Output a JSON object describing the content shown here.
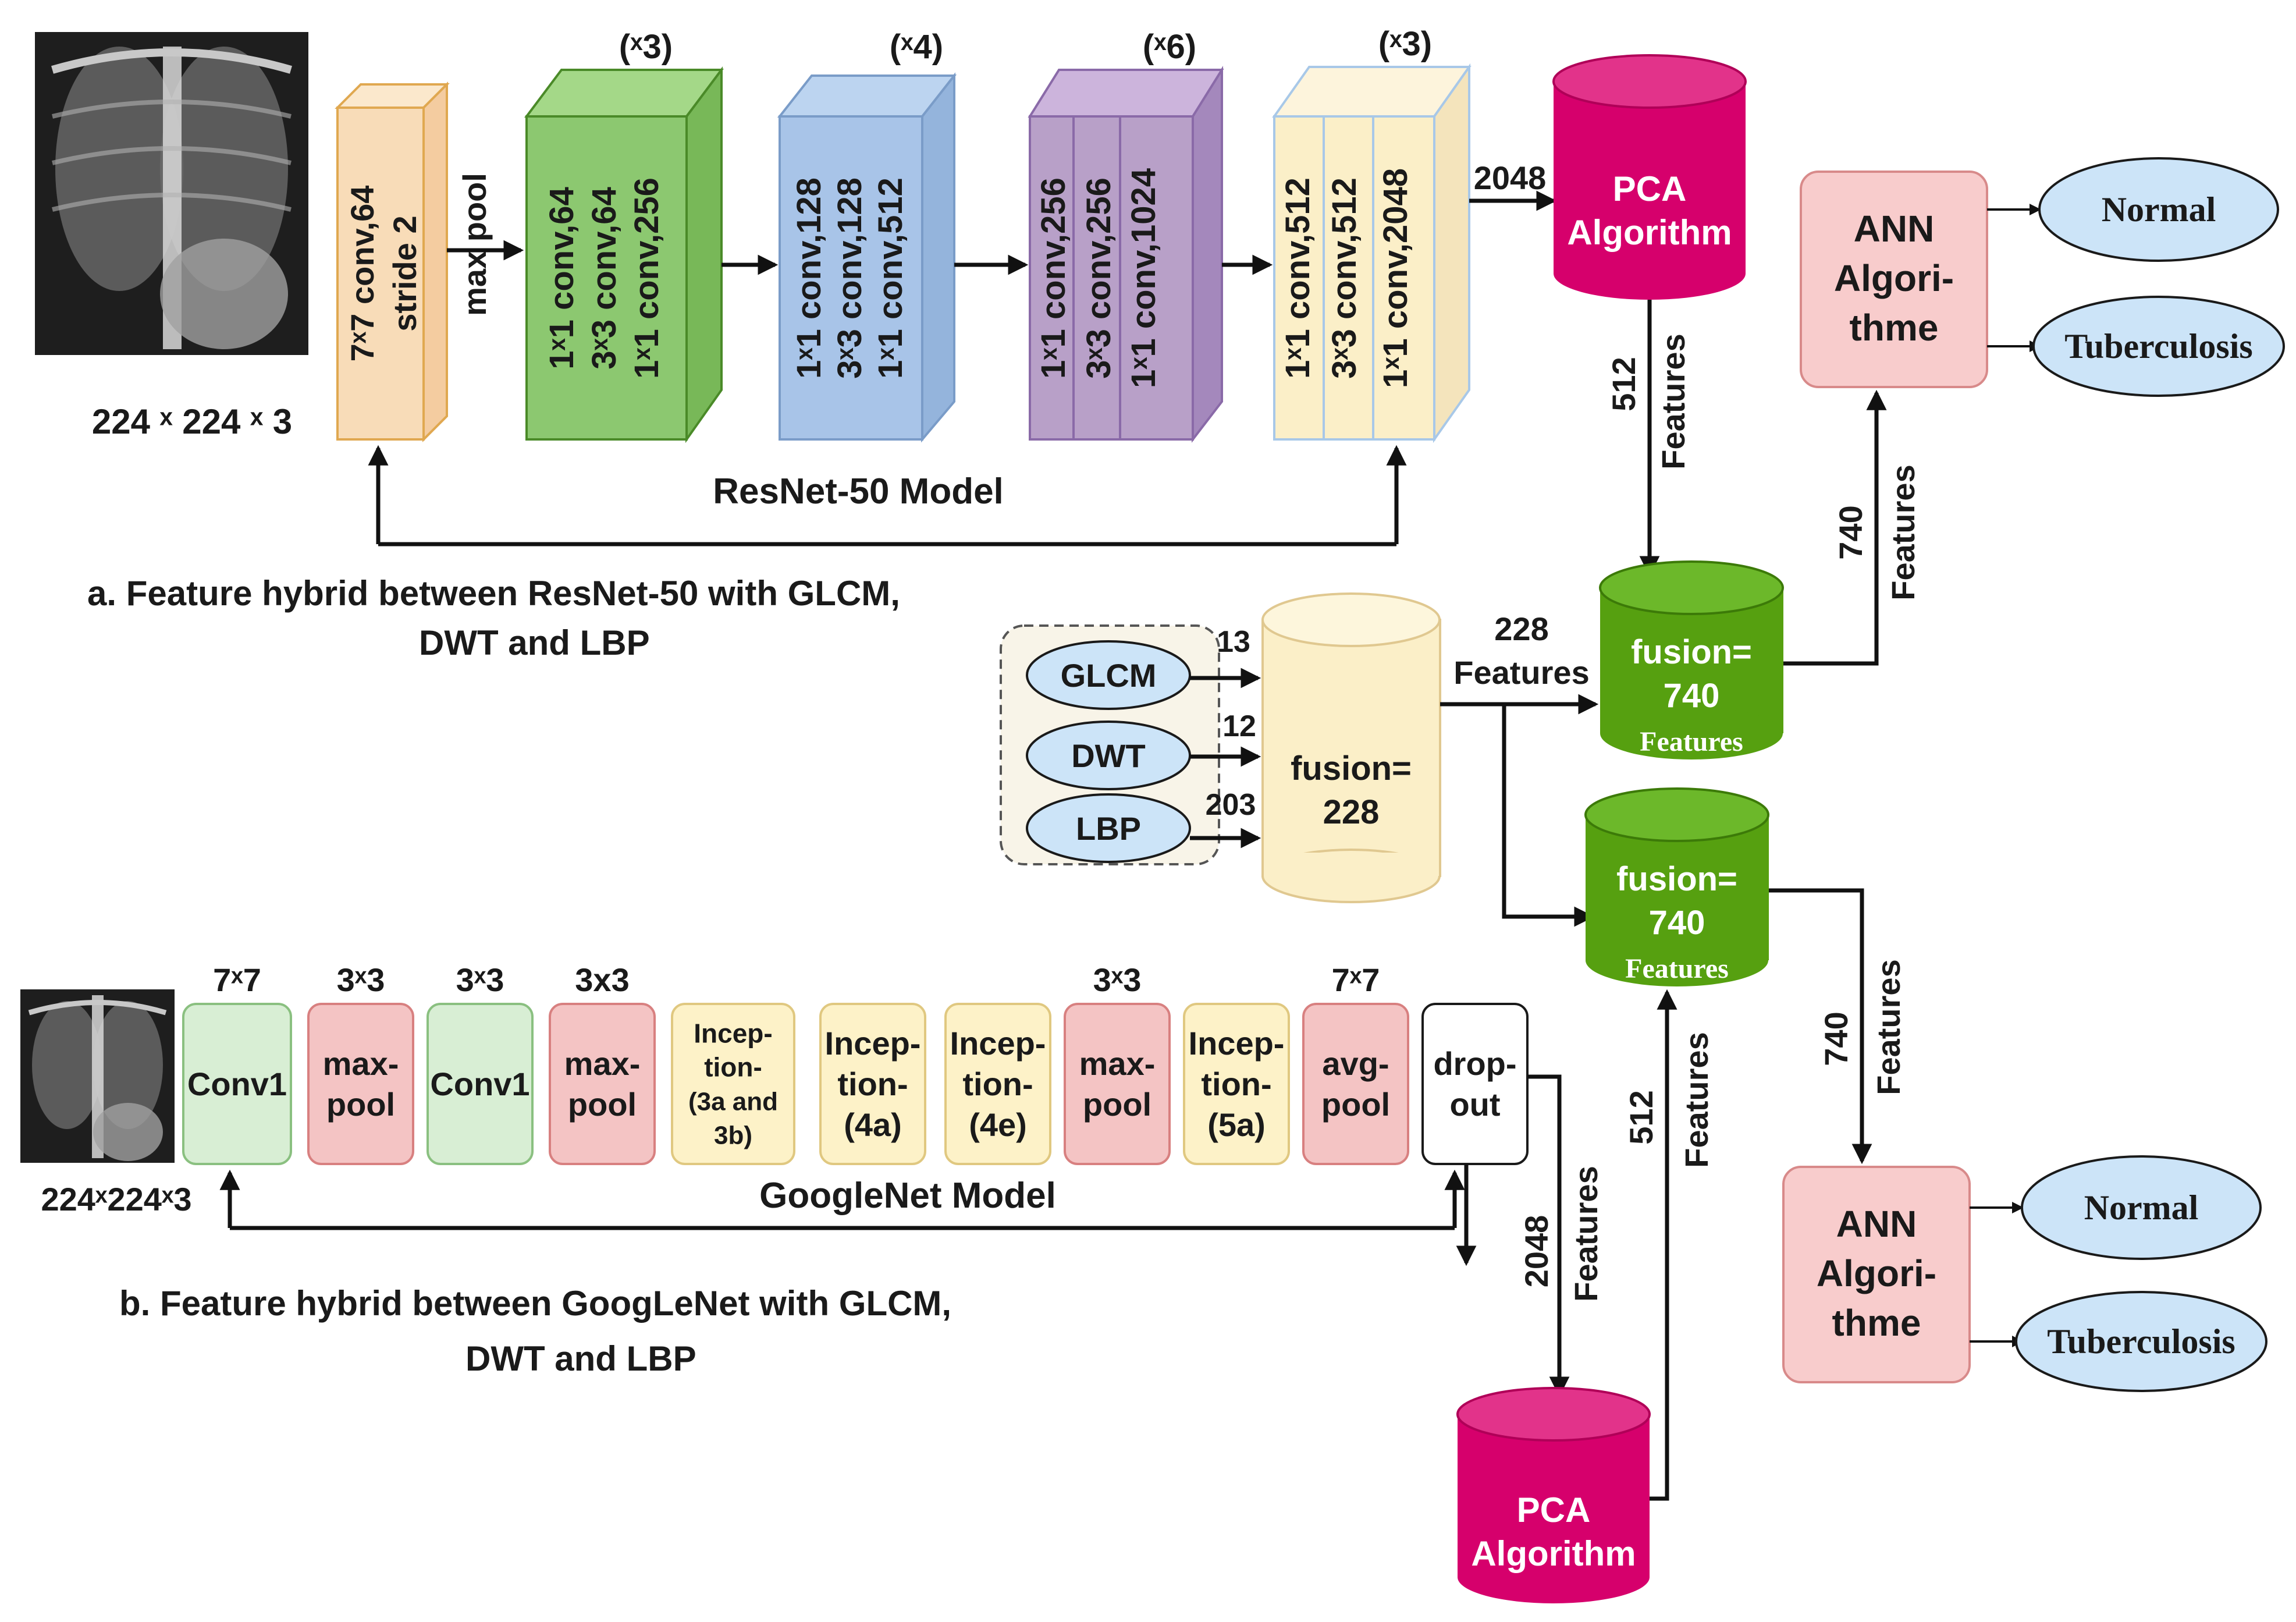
{
  "colors": {
    "orange": "#f8dcb8",
    "green": "#8cc870",
    "blue": "#a8c4e8",
    "purple": "#b8a0c8",
    "cream": "#fbefc8",
    "pca": "#d6006c",
    "fusion_green": "#56a010",
    "ann": "#f8cccc",
    "ellipse": "#cce4f8",
    "soft_green": "#d8eed4",
    "soft_red": "#f4c4c4",
    "soft_yellow": "#fdf2c8"
  },
  "resnet": {
    "input_size": "224 ˣ 224 ˣ 3",
    "block0": [
      "7ˣ7 conv,64",
      "stride 2"
    ],
    "maxpool": "max pool",
    "block1": {
      "repeat": "(ˣ3)",
      "lines": [
        "1ˣ1 conv,64",
        "3ˣ3 conv,64",
        "1ˣ1 conv,256"
      ]
    },
    "block2": {
      "repeat": "(ˣ4)",
      "lines": [
        "1ˣ1 conv,128",
        "3ˣ3 conv,128",
        "1ˣ1 conv,512"
      ]
    },
    "block3": {
      "repeat": "(ˣ6)",
      "lines": [
        "1ˣ1 conv,256",
        "3ˣ3 conv,256",
        "1ˣ1 conv,1024"
      ]
    },
    "block4": {
      "repeat": "(ˣ3)",
      "lines": [
        "1ˣ1 conv,512",
        "3ˣ3 conv,512",
        "1ˣ1 conv,2048"
      ]
    },
    "output_count": "2048",
    "model_label": "ResNet-50 Model",
    "caption_line1": "a. Feature hybrid between ResNet-50 with GLCM,",
    "caption_line2": "DWT and LBP"
  },
  "pca_top": {
    "line1": "PCA",
    "line2": "Algorithm"
  },
  "pca_top_out": {
    "count": "512",
    "label": "Features"
  },
  "ann_top": {
    "line1": "ANN",
    "line2": "Algori-",
    "line3": "thme",
    "out1": "Normal",
    "out2": "Tuberculosis"
  },
  "fusion_top": {
    "line1": "fusion=",
    "line2": "740",
    "line3": "Features"
  },
  "fusion_top_out": {
    "count": "740",
    "label": "Features"
  },
  "handcrafted": {
    "glcm": "GLCM",
    "glcm_count": "13",
    "dwt": "DWT",
    "dwt_count": "12",
    "lbp": "LBP",
    "lbp_count": "203",
    "fusion_line1": "fusion=",
    "fusion_line2": "228",
    "out_count": "228",
    "out_label": "Features"
  },
  "fusion_bottom": {
    "line1": "fusion=",
    "line2": "740",
    "line3": "Features"
  },
  "fusion_bottom_out": {
    "count": "740",
    "label": "Features"
  },
  "ann_bottom": {
    "line1": "ANN",
    "line2": "Algori-",
    "line3": "thme",
    "out1": "Normal",
    "out2": "Tuberculosis"
  },
  "googlenet": {
    "input_size": "224ˣ224ˣ3",
    "model_label": "GoogleNet Model",
    "caption_line1": "b. Feature hybrid between GoogLeNet with GLCM,",
    "caption_line2": "DWT and LBP",
    "output_count": "2048",
    "output_label": "Features",
    "blocks": [
      {
        "top": "7ˣ7",
        "lines": [
          "Conv1"
        ]
      },
      {
        "top": "3ˣ3",
        "lines": [
          "max-",
          "pool"
        ]
      },
      {
        "top": "3ˣ3",
        "lines": [
          "Conv1"
        ]
      },
      {
        "top": "3x3",
        "lines": [
          "max-",
          "pool"
        ]
      },
      {
        "top": "",
        "lines": [
          "Incep-",
          "tion-",
          "(3a and",
          "3b)"
        ]
      },
      {
        "top": "",
        "lines": [
          "Incep-",
          "tion-",
          "(4a)"
        ]
      },
      {
        "top": "",
        "lines": [
          "Incep-",
          "tion-",
          "(4e)"
        ]
      },
      {
        "top": "3ˣ3",
        "lines": [
          "max-",
          "pool"
        ]
      },
      {
        "top": "",
        "lines": [
          "Incep-",
          "tion-",
          "(5a)"
        ]
      },
      {
        "top": "7ˣ7",
        "lines": [
          "avg-",
          "pool"
        ]
      },
      {
        "top": "",
        "lines": [
          "drop-",
          "out"
        ]
      }
    ]
  },
  "pca_bottom": {
    "line1": "PCA",
    "line2": "Algorithm"
  },
  "pca_bottom_out": {
    "count": "512",
    "label": "Features"
  }
}
